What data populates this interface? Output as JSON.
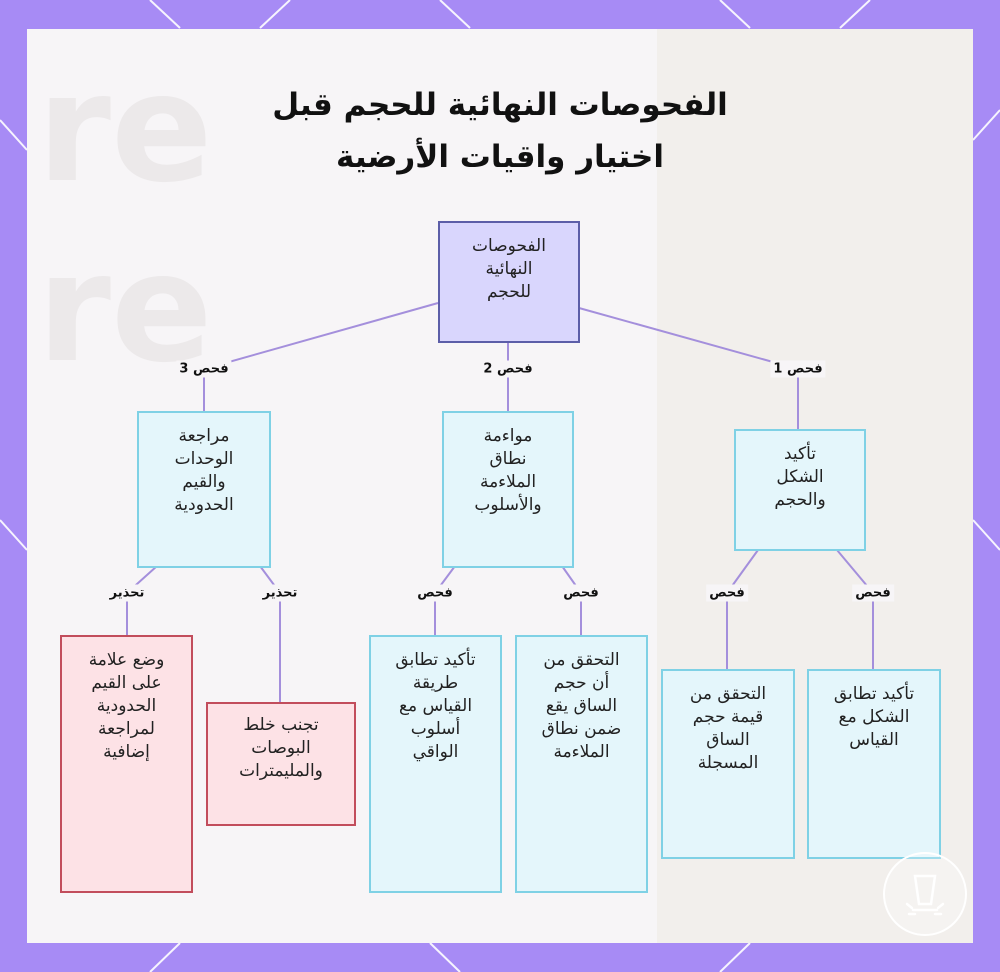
{
  "title": {
    "line1": "الفحوصات النهائية للحجم قبل",
    "line2": "اختيار واقيات الأرضية"
  },
  "watermark": {
    "text": "re"
  },
  "logo": {
    "icon": "cup-icon"
  },
  "nodes": {
    "root": {
      "lines": [
        "الفحوصات",
        "النهائية",
        "للحجم"
      ]
    },
    "cat1": {
      "lines": [
        "تأكيد",
        "الشكل",
        "والحجم"
      ]
    },
    "cat2": {
      "lines": [
        "مواءمة",
        "نطاق",
        "الملاءمة",
        "والأسلوب"
      ]
    },
    "cat3": {
      "lines": [
        "مراجعة",
        "الوحدات",
        "والقيم",
        "الحدودية"
      ]
    },
    "c1a": {
      "lines": [
        "تأكيد تطابق",
        "الشكل مع",
        "القياس"
      ]
    },
    "c1b": {
      "lines": [
        "التحقق من",
        "قيمة حجم",
        "الساق",
        "المسجلة"
      ]
    },
    "c2a": {
      "lines": [
        "التحقق من",
        "أن حجم",
        "الساق يقع",
        "ضمن نطاق",
        "الملاءمة"
      ]
    },
    "c2b": {
      "lines": [
        "تأكيد تطابق",
        "طريقة",
        "القياس مع",
        "أسلوب",
        "الواقي"
      ]
    },
    "w1": {
      "lines": [
        "تجنب خلط",
        "البوصات",
        "والمليمترات"
      ]
    },
    "w2": {
      "lines": [
        "وضع علامة",
        "على القيم",
        "الحدودية",
        "لمراجعة",
        "إضافية"
      ]
    }
  },
  "edge_labels": {
    "check1": "فحص 1",
    "check2": "فحص 2",
    "check3": "فحص 3",
    "c1a": "فحص",
    "c1b": "فحص",
    "c2a": "فحص",
    "c2b": "فحص",
    "w1": "تحذير",
    "w2": "تحذير"
  },
  "colors": {
    "background": "#a78bf5",
    "card": "#f7f5f7",
    "edge": "#a48fdc",
    "root_fill": "#d9d6fd",
    "root_border": "#5c5ea8",
    "check_fill": "#e4f6fb",
    "check_border": "#7fd1e5",
    "warn_fill": "#fde2e6",
    "warn_border": "#c24d5c"
  }
}
